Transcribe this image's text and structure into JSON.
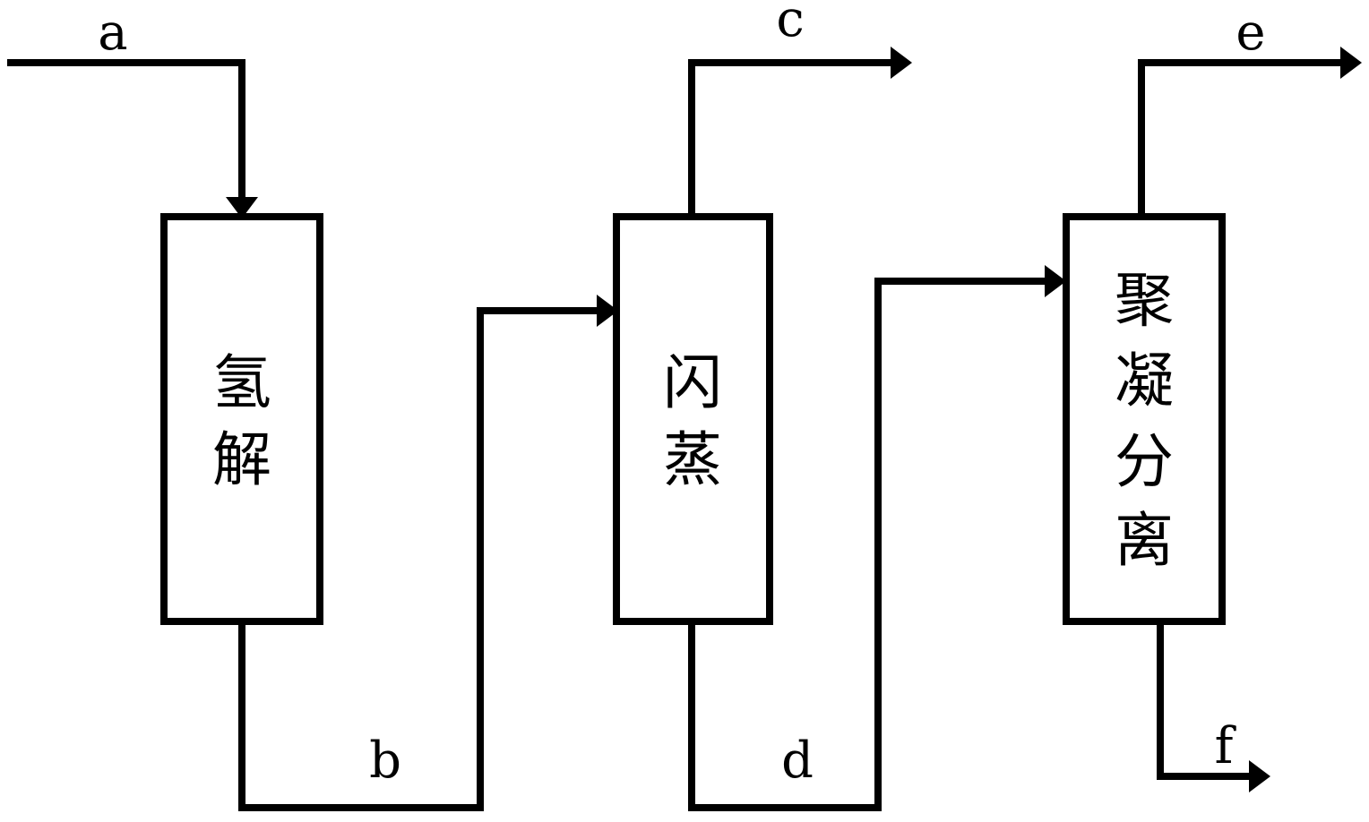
{
  "units": [
    {
      "id": "hydrolysis",
      "chars": [
        "氢",
        "解"
      ]
    },
    {
      "id": "flash",
      "chars": [
        "闪",
        "蒸"
      ]
    },
    {
      "id": "coalescing-separation",
      "chars": [
        "聚",
        "凝",
        "分",
        "离"
      ]
    }
  ],
  "streams": {
    "a": "a",
    "b": "b",
    "c": "c",
    "d": "d",
    "e": "e",
    "f": "f"
  }
}
